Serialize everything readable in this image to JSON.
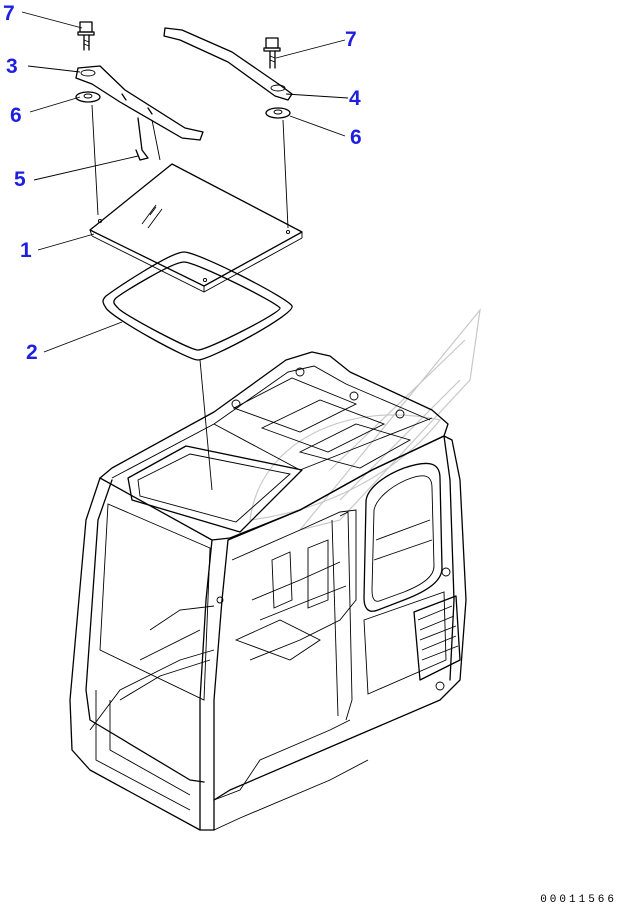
{
  "callouts": [
    {
      "id": "1",
      "label": "1"
    },
    {
      "id": "2",
      "label": "2"
    },
    {
      "id": "3",
      "label": "3"
    },
    {
      "id": "4",
      "label": "4"
    },
    {
      "id": "5",
      "label": "5"
    },
    {
      "id": "6a",
      "label": "6"
    },
    {
      "id": "6b",
      "label": "6"
    },
    {
      "id": "7a",
      "label": "7"
    },
    {
      "id": "7b",
      "label": "7"
    }
  ],
  "document_number": "00011566",
  "colors": {
    "callout": "#1f1fe0",
    "line": "#000000",
    "watermark": "#c8c8c8"
  }
}
